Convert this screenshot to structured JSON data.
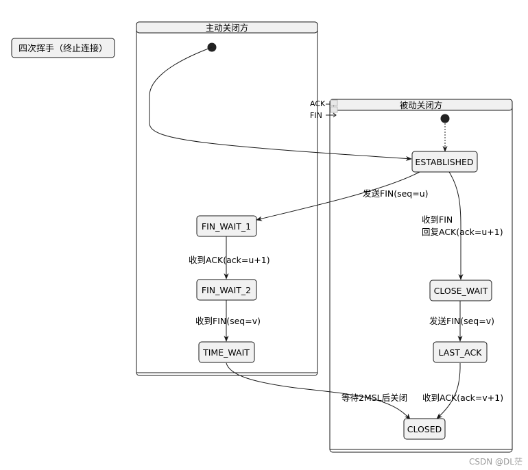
{
  "title_note": "四次挥手（终止连接）",
  "active_closer": {
    "title": "主动关闭方",
    "states": {
      "fin_wait_1": "FIN_WAIT_1",
      "fin_wait_2": "FIN_WAIT_2",
      "time_wait": "TIME_WAIT"
    }
  },
  "passive_closer": {
    "title": "被动关闭方",
    "states": {
      "established": "ESTABLISHED",
      "close_wait": "CLOSE_WAIT",
      "last_ack": "LAST_ACK",
      "closed": "CLOSED"
    }
  },
  "ports": {
    "ack": "ACK",
    "fin": "FIN"
  },
  "transitions": {
    "send_fin_u": "发送FIN(seq=u)",
    "recv_ack_u1": "收到ACK(ack=u+1)",
    "recv_fin_v": "收到FIN(seq=v)",
    "wait_2msl": "等待2MSL后关闭",
    "recv_fin_line1": "收到FIN",
    "recv_fin_line2": "回复ACK(ack=u+1)",
    "send_fin_v": "发送FIN(seq=v)",
    "recv_ack_v1": "收到ACK(ack=v+1)"
  },
  "watermark": "CSDN @DL茫"
}
